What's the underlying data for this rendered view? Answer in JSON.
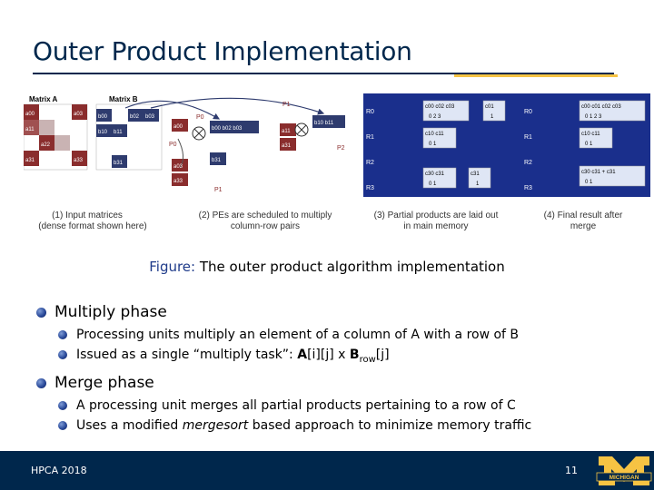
{
  "slide": {
    "title": "Outer Product Implementation",
    "caption_prefix": "Figure:",
    "caption_text": "The outer product algorithm implementation"
  },
  "figure": {
    "step1": {
      "label_a": "Matrix A",
      "label_b": "Matrix B",
      "cap1": "(1) Input matrices",
      "cap2": "(dense format shown here)"
    },
    "step2": {
      "cap1": "(2) PEs are scheduled to multiply",
      "cap2": "column-row pairs"
    },
    "step3": {
      "cap1": "(3) Partial products are laid out",
      "cap2": "in main memory"
    },
    "step4": {
      "cap1": "(4) Final result after",
      "cap2": "merge"
    }
  },
  "bullets": [
    {
      "text": "Multiply phase",
      "subs": [
        {
          "parts": [
            "Processing units multiply an element of a column of A with a row of B"
          ]
        },
        {
          "parts": [
            "Issued as a single “multiply task”: ",
            "A",
            "[i][j] x ",
            "B",
            "row",
            "[j]"
          ]
        }
      ]
    },
    {
      "text": "Merge phase",
      "subs": [
        {
          "parts": [
            "A processing unit merges all partial products pertaining to a row of C"
          ]
        },
        {
          "parts": [
            "Uses a modified ",
            "mergesort",
            " based approach to minimize memory traffic"
          ]
        }
      ]
    }
  ],
  "footer": {
    "conference": "HPCA 2018",
    "page": "11",
    "logo_text": "MICHIGAN"
  },
  "colors": {
    "navy": "#00274c",
    "maize": "#f6c343",
    "matrix_a": "#7a2b2b",
    "matrix_b": "#2e3b6e",
    "memory": "#1a2f8c"
  }
}
